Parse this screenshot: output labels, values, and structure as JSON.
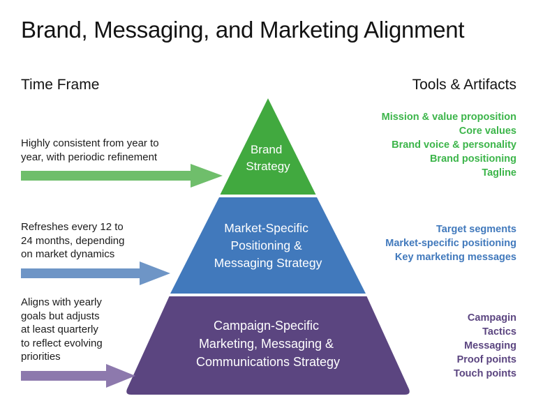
{
  "title": "Brand, Messaging, and Marketing Alignment",
  "headers": {
    "left": "Time Frame",
    "right": "Tools & Artifacts"
  },
  "colors": {
    "brand_green": "#41A93F",
    "market_blue": "#4179BC",
    "campaign_purple": "#5B4580",
    "arrow_green": "#6FBE6B",
    "arrow_blue": "#6E95C6",
    "arrow_purple": "#8D79AD",
    "tools_green": "#3CB54A",
    "tools_blue": "#4179BC",
    "tools_purple": "#5B4580",
    "title_black": "#131313"
  },
  "tiers": [
    {
      "id": "brand",
      "name": "Brand Strategy",
      "label_lines": [
        "Brand",
        "Strategy"
      ],
      "color": "#41A93F",
      "timeframe": "Highly consistent from year to\nyear, with periodic refinement",
      "tools": [
        "Mission & value proposition",
        "Core values",
        "Brand voice & personality",
        "Brand positioning",
        "Tagline"
      ]
    },
    {
      "id": "market",
      "name": "Market-Specific Positioning & Messaging Strategy",
      "label_lines": [
        "Market-Specific",
        "Positioning &",
        "Messaging Strategy"
      ],
      "color": "#4179BC",
      "timeframe": "Refreshes every 12 to\n24 months, depending\non market dynamics",
      "tools": [
        "Target segments",
        "Market-specific positioning",
        "Key marketing messages"
      ]
    },
    {
      "id": "campaign",
      "name": "Campaign-Specific Marketing, Messaging & Communications Strategy",
      "label_lines": [
        "Campaign-Specific",
        "Marketing, Messaging &",
        "Communications Strategy"
      ],
      "color": "#5B4580",
      "timeframe": "Aligns with yearly\ngoals but adjusts\nat least quarterly\nto reflect evolving\npriorities",
      "tools": [
        "Campagin",
        "Tactics",
        "Messaging",
        "Proof points",
        "Touch points"
      ]
    }
  ]
}
